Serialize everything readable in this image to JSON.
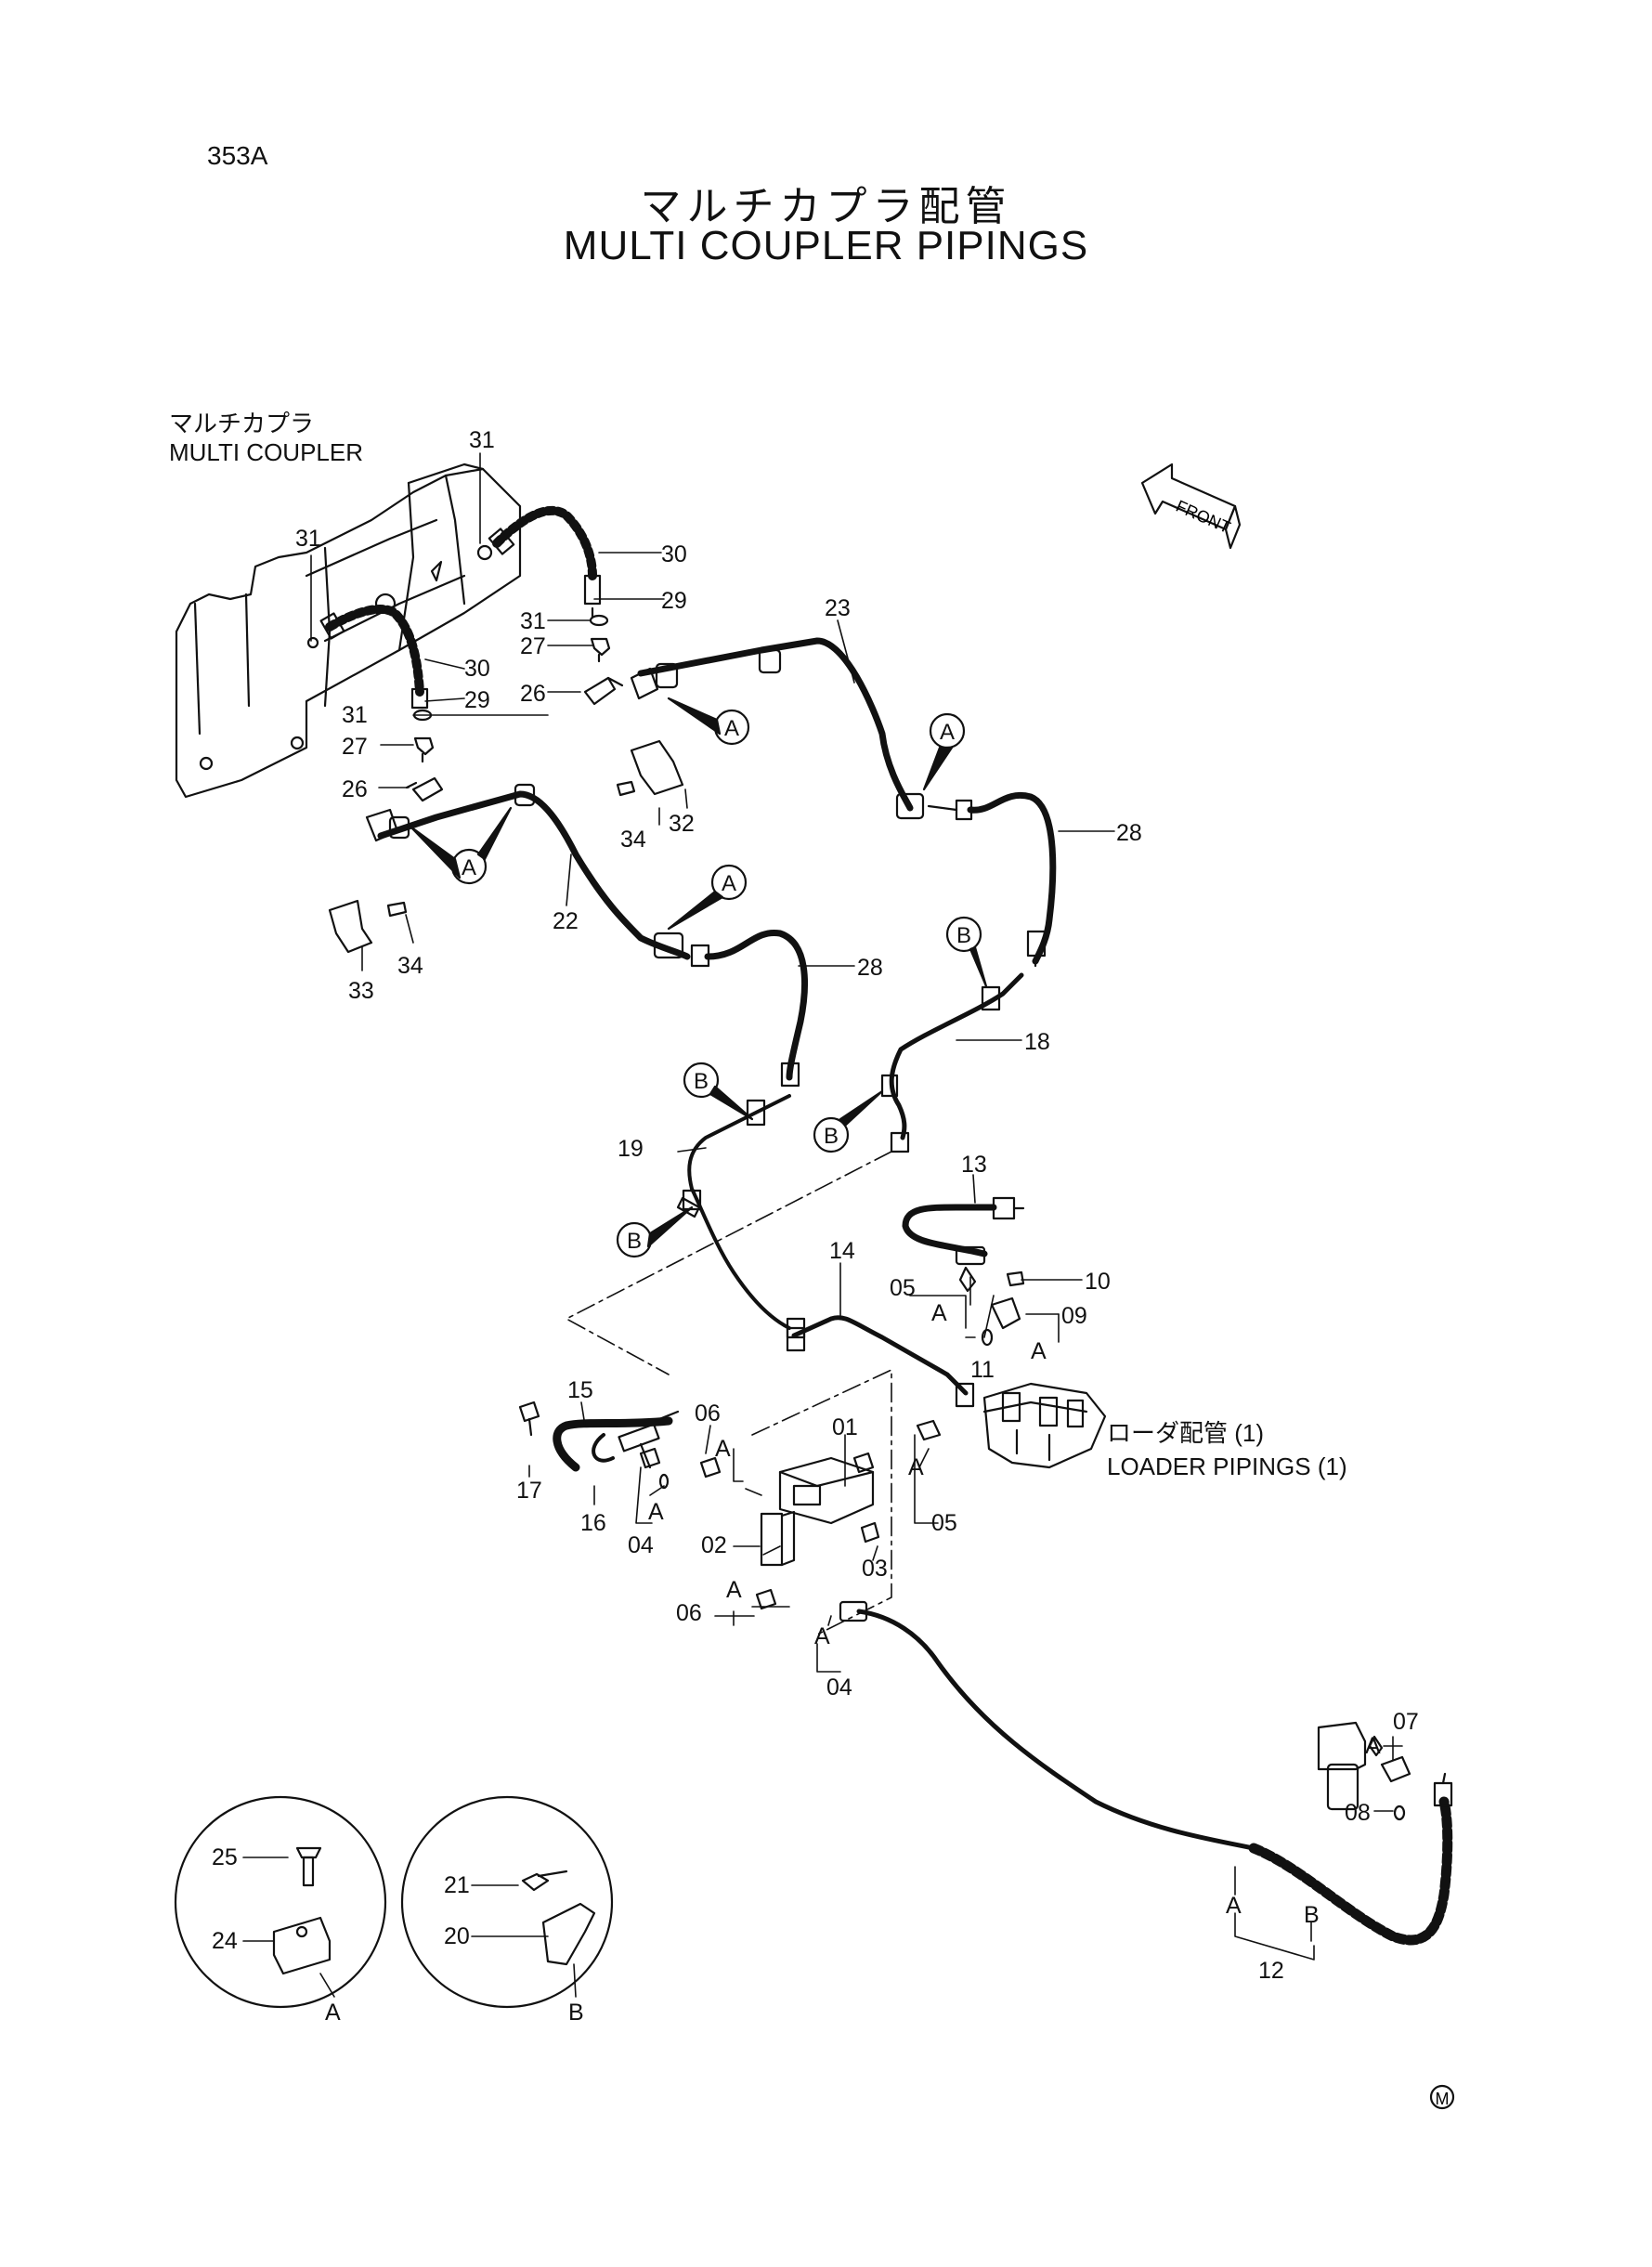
{
  "header": {
    "page_code": "353A",
    "title_jp": "マルチカプラ配管",
    "title_en": "MULTI COUPLER PIPINGS"
  },
  "labels": {
    "multi_coupler_jp": "マルチカプラ",
    "multi_coupler_en": "MULTI COUPLER",
    "front": "FRONT",
    "loader_jp": "ローダ配管 (1)",
    "loader_en": "LOADER PIPINGS (1)",
    "mark": "M"
  },
  "callouts": {
    "c31a": "31",
    "c31b": "31",
    "c31c": "31",
    "c31d": "31",
    "c30a": "30",
    "c30b": "30",
    "c29a": "29",
    "c29b": "29",
    "c27a": "27",
    "c27b": "27",
    "c26a": "26",
    "c26b": "26",
    "c23": "23",
    "c22": "22",
    "c28a": "28",
    "c28b": "28",
    "c32": "32",
    "c33": "33",
    "c34a": "34",
    "c34b": "34",
    "c18": "18",
    "c19": "19",
    "c13": "13",
    "c14": "14",
    "c10": "10",
    "c09": "09",
    "c11": "11",
    "c05a": "05",
    "c05b": "05",
    "c15": "15",
    "c16": "16",
    "c17": "17",
    "c06a": "06",
    "c06b": "06",
    "c04a": "04",
    "c04b": "04",
    "c01": "01",
    "c02": "02",
    "c03": "03",
    "c07": "07",
    "c08": "08",
    "c12": "12",
    "c25": "25",
    "c24": "24",
    "c21": "21",
    "c20": "20"
  },
  "refs": {
    "A": "A",
    "B": "B"
  }
}
